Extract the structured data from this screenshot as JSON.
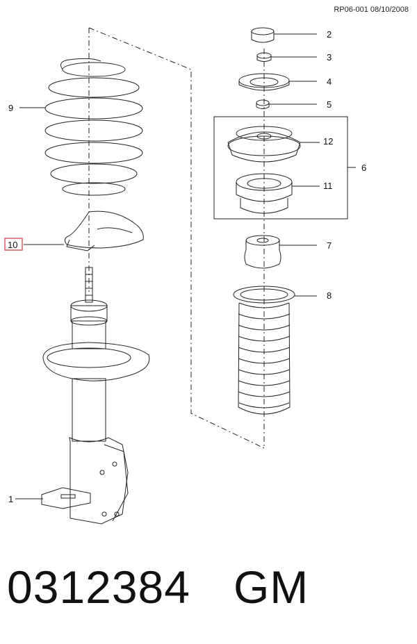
{
  "ref_code": "RP06-001 08/10/2008",
  "callouts": [
    {
      "id": "1",
      "label": "1"
    },
    {
      "id": "2",
      "label": "2"
    },
    {
      "id": "3",
      "label": "3"
    },
    {
      "id": "4",
      "label": "4"
    },
    {
      "id": "5",
      "label": "5"
    },
    {
      "id": "6",
      "label": "6"
    },
    {
      "id": "7",
      "label": "7"
    },
    {
      "id": "8",
      "label": "8"
    },
    {
      "id": "9",
      "label": "9"
    },
    {
      "id": "10",
      "label": "10",
      "highlighted": true
    },
    {
      "id": "11",
      "label": "11"
    },
    {
      "id": "12",
      "label": "12"
    }
  ],
  "part_number": "0312384",
  "brand": "GM",
  "colors": {
    "line": "#222222",
    "highlight": "#e05a6a",
    "background": "#ffffff"
  }
}
